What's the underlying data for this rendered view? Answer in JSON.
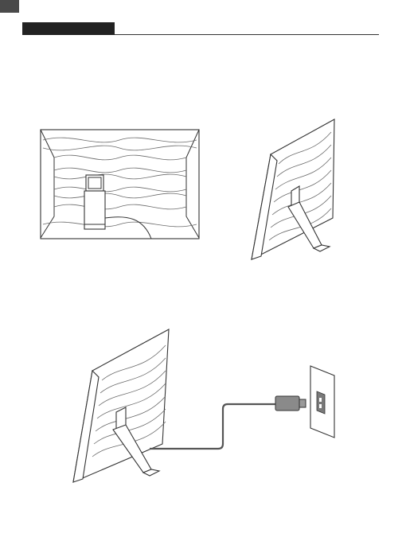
{
  "page": {
    "corner_tab_color": "#4a4a4a",
    "header_bar_color": "#222222",
    "header_rule_color": "#333333"
  },
  "illustrations": [
    {
      "name": "frame-back-view",
      "description_icon": "photo-frame-back-icon"
    },
    {
      "name": "frame-standing-view",
      "description_icon": "photo-frame-stand-icon"
    },
    {
      "name": "frame-power-connection",
      "description_icon": "power-adapter-icon"
    }
  ]
}
